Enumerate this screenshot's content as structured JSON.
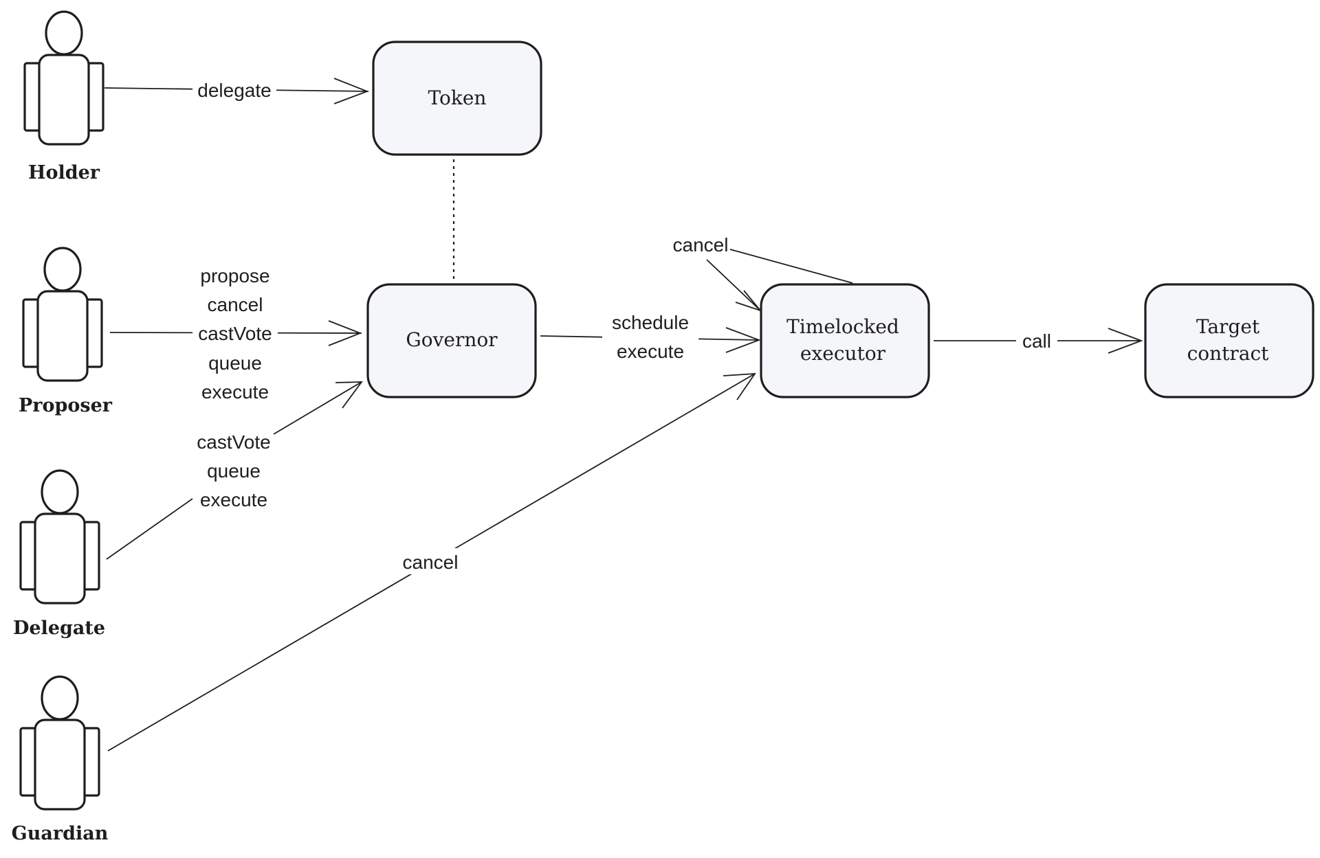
{
  "diagram": {
    "actors": [
      {
        "id": "holder",
        "label": "Holder"
      },
      {
        "id": "proposer",
        "label": "Proposer"
      },
      {
        "id": "delegate",
        "label": "Delegate"
      },
      {
        "id": "guardian",
        "label": "Guardian"
      }
    ],
    "nodes": [
      {
        "id": "token",
        "lines": [
          "Token"
        ]
      },
      {
        "id": "governor",
        "lines": [
          "Governor"
        ]
      },
      {
        "id": "timelock",
        "lines": [
          "Timelocked",
          "executor"
        ]
      },
      {
        "id": "target",
        "lines": [
          "Target",
          "contract"
        ]
      }
    ],
    "edges": [
      {
        "id": "holder-token",
        "from": "holder",
        "to": "token",
        "lines": [
          "delegate"
        ]
      },
      {
        "id": "token-governor",
        "from": "token",
        "to": "governor",
        "style": "dotted",
        "lines": []
      },
      {
        "id": "proposer-governor",
        "from": "proposer",
        "to": "governor",
        "lines": [
          "propose",
          "cancel",
          "castVote",
          "queue",
          "execute"
        ]
      },
      {
        "id": "delegate-governor",
        "from": "delegate",
        "to": "governor",
        "lines": [
          "castVote",
          "queue",
          "execute"
        ]
      },
      {
        "id": "governor-timelock",
        "from": "governor",
        "to": "timelock",
        "lines": [
          "schedule",
          "execute"
        ]
      },
      {
        "id": "timelock-self",
        "from": "timelock",
        "to": "timelock",
        "lines": [
          "cancel"
        ]
      },
      {
        "id": "guardian-timelock",
        "from": "guardian",
        "to": "timelock",
        "lines": [
          "cancel"
        ]
      },
      {
        "id": "timelock-target",
        "from": "timelock",
        "to": "target",
        "lines": [
          "call"
        ]
      }
    ]
  },
  "colors": {
    "stroke": "#1e1e1e",
    "node_fill": "#f5f6f9",
    "background": "#ffffff"
  }
}
